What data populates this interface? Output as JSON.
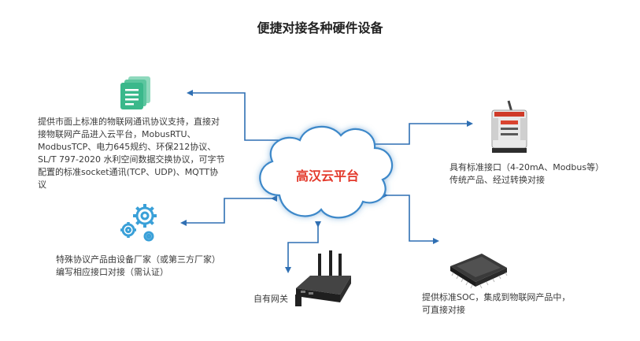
{
  "title": "便捷对接各种硬件设备",
  "center": {
    "label": "高汉云平台"
  },
  "nodes": {
    "standard_protocols": {
      "lines": [
        "提供市面上标准的物联网通讯协议支持，直接对",
        "接物联网产品进入云平台，MobusRTU、",
        "ModbusTCP、电力645规约、环保212协议、",
        "SL/T 797-2020 水利空间数据交换协议，可字节",
        "配置的标准socket通讯(TCP、UDP)、MQTT协",
        "议"
      ],
      "icon": "document-stack-icon"
    },
    "custom_protocols": {
      "lines": [
        "特殊协议产品由设备厂家（或第三方厂家）",
        "编写相应接口对接（需认证）"
      ],
      "icon": "gears-icon"
    },
    "gateway": {
      "lines": [
        "自有网关"
      ],
      "icon": "router-icon"
    },
    "soc": {
      "lines": [
        "提供标准SOC，集成到物联网产品中，",
        "可直接对接"
      ],
      "icon": "chip-icon"
    },
    "standard_interface": {
      "lines": [
        "具有标准接口（4-20mA、Modbus等）",
        "传统产品、经过转换对接"
      ],
      "icon": "converter-module-icon"
    }
  },
  "colors": {
    "arrow": "#2f6fb3",
    "cloud_fill": "#ffffff",
    "cloud_stroke": "#3d88c9",
    "center_text": "#e3392b",
    "icon_green": "#3ab88b",
    "icon_blue": "#3aa0d8"
  }
}
